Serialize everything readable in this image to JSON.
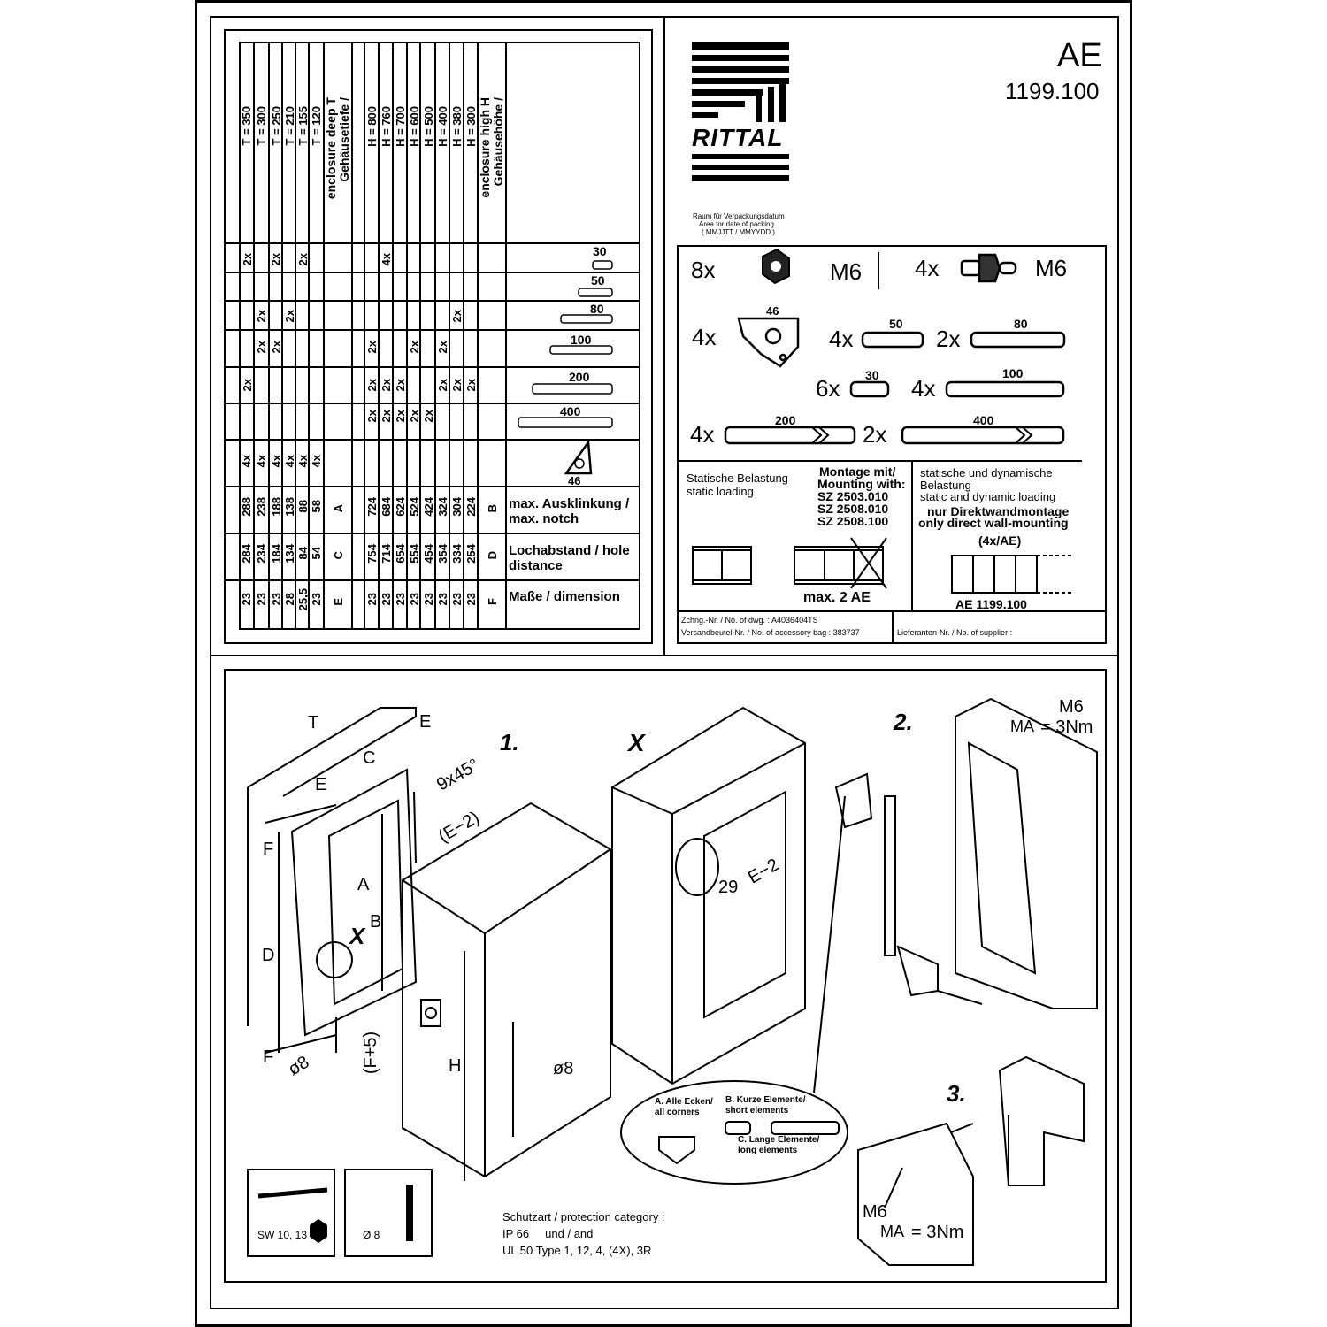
{
  "header": {
    "product_code": "AE",
    "article_number": "1199.100",
    "brand": "RITTAL",
    "packing_date": {
      "de": "Raum für Verpackungsdatum",
      "en": "Area for date of packing",
      "format": "( MMJJTT / MMYYDD )"
    }
  },
  "size_table": {
    "height_header_de": "Gehäusehöhe /",
    "height_header_en": "enclosure high H",
    "depth_header_de": "Gehäusetiefe /",
    "depth_header_en": "enclosure deep T",
    "heights": [
      "H = 300",
      "H = 380",
      "H = 400",
      "H = 500",
      "H = 600",
      "H = 700",
      "H = 760",
      "H = 800"
    ],
    "depths": [
      "T = 120",
      "T = 155",
      "T = 210",
      "T = 250",
      "T = 300",
      "T = 350"
    ],
    "element_lengths": [
      "30",
      "50",
      "80",
      "100",
      "200",
      "400"
    ],
    "corner_size": "46",
    "qty_2x": "2x",
    "qty_4x": "4x",
    "col_B": "B",
    "col_A": "A",
    "col_D": "D",
    "col_C": "C",
    "col_F": "F",
    "col_E": "E",
    "row_notch": "max. Ausklinkung / max. notch",
    "row_hole": "Lochabstand / hole distance",
    "row_dim": "Maße / dimension",
    "B_values": [
      "224",
      "304",
      "324",
      "424",
      "524",
      "624",
      "684",
      "724"
    ],
    "A_values": [
      "58",
      "88",
      "138",
      "188",
      "238",
      "288"
    ],
    "D_values": [
      "254",
      "334",
      "354",
      "454",
      "554",
      "654",
      "714",
      "754"
    ],
    "C_values": [
      "54",
      "84",
      "134",
      "184",
      "234",
      "284"
    ],
    "F_values": [
      "23",
      "23",
      "23",
      "23",
      "23",
      "23",
      "23",
      "23"
    ],
    "E_values": [
      "23",
      "25,5",
      "28",
      "23",
      "23",
      "23"
    ]
  },
  "parts": {
    "nut_qty": "8x",
    "nut_size": "M6",
    "bolt_qty": "4x",
    "bolt_size": "M6",
    "corner_qty": "4x",
    "corner_label": "46",
    "items": [
      {
        "qty": "4x",
        "length": "50"
      },
      {
        "qty": "2x",
        "length": "80"
      },
      {
        "qty": "6x",
        "length": "30"
      },
      {
        "qty": "4x",
        "length": "100"
      },
      {
        "qty": "4x",
        "length": "200"
      },
      {
        "qty": "2x",
        "length": "400"
      }
    ]
  },
  "loading": {
    "static_de": "Statische Belastung",
    "static_en": "static loading",
    "mounting_1": "Montage mit/",
    "mounting_2": "Mounting with:",
    "sz1": "SZ  2503.010",
    "sz2": "SZ  2508.010",
    "sz3": "SZ  2508.100",
    "dynamic_de1": "statische und dynamische",
    "dynamic_de2": "Belastung",
    "dynamic_en": "static and dynamic loading",
    "direct_de": "nur Direktwandmontage",
    "direct_en": "only direct wall-mounting",
    "per_ae": "(4x/AE)",
    "max_ae": "max.  2  AE",
    "ae_label": "AE  1199.100"
  },
  "footer_info": {
    "drawing_no": "Zchng.-Nr. / No. of dwg. : A4036404TS",
    "bag_no": "Versandbeutel-Nr. / No. of accessory bag : 383737",
    "supplier": "Lieferanten-Nr. / No. of supplier :"
  },
  "drawing": {
    "step1": "1.",
    "step2": "2.",
    "step3": "3.",
    "x_label": "X",
    "dim_T": "T",
    "dim_C": "C",
    "dim_E": "E",
    "dim_F": "F",
    "dim_A": "A",
    "dim_B": "B",
    "dim_D": "D",
    "dim_H": "H",
    "chamfer": "9x45°",
    "e_minus_2": "(E−2)",
    "e_minus_2b": "E−2",
    "f_plus_5": "(F+5)",
    "hole": "ø8",
    "depth29": "29",
    "m6": "M6",
    "torque": "= 3Nm",
    "torque_sym": "MA",
    "legend_a": "A. Alle Ecken/ all corners",
    "legend_b": "B. Kurze Elemente/ short elements",
    "legend_c": "C. Lange Elemente/ long elements"
  },
  "tools": {
    "wrench_label": "SW 10, 13",
    "drill_label": "Ø 8"
  },
  "protection": {
    "line1": "Schutzart / protection category :",
    "line2": "IP 66     und / and",
    "line3": "UL 50 Type 1, 12, 4, (4X), 3R"
  }
}
